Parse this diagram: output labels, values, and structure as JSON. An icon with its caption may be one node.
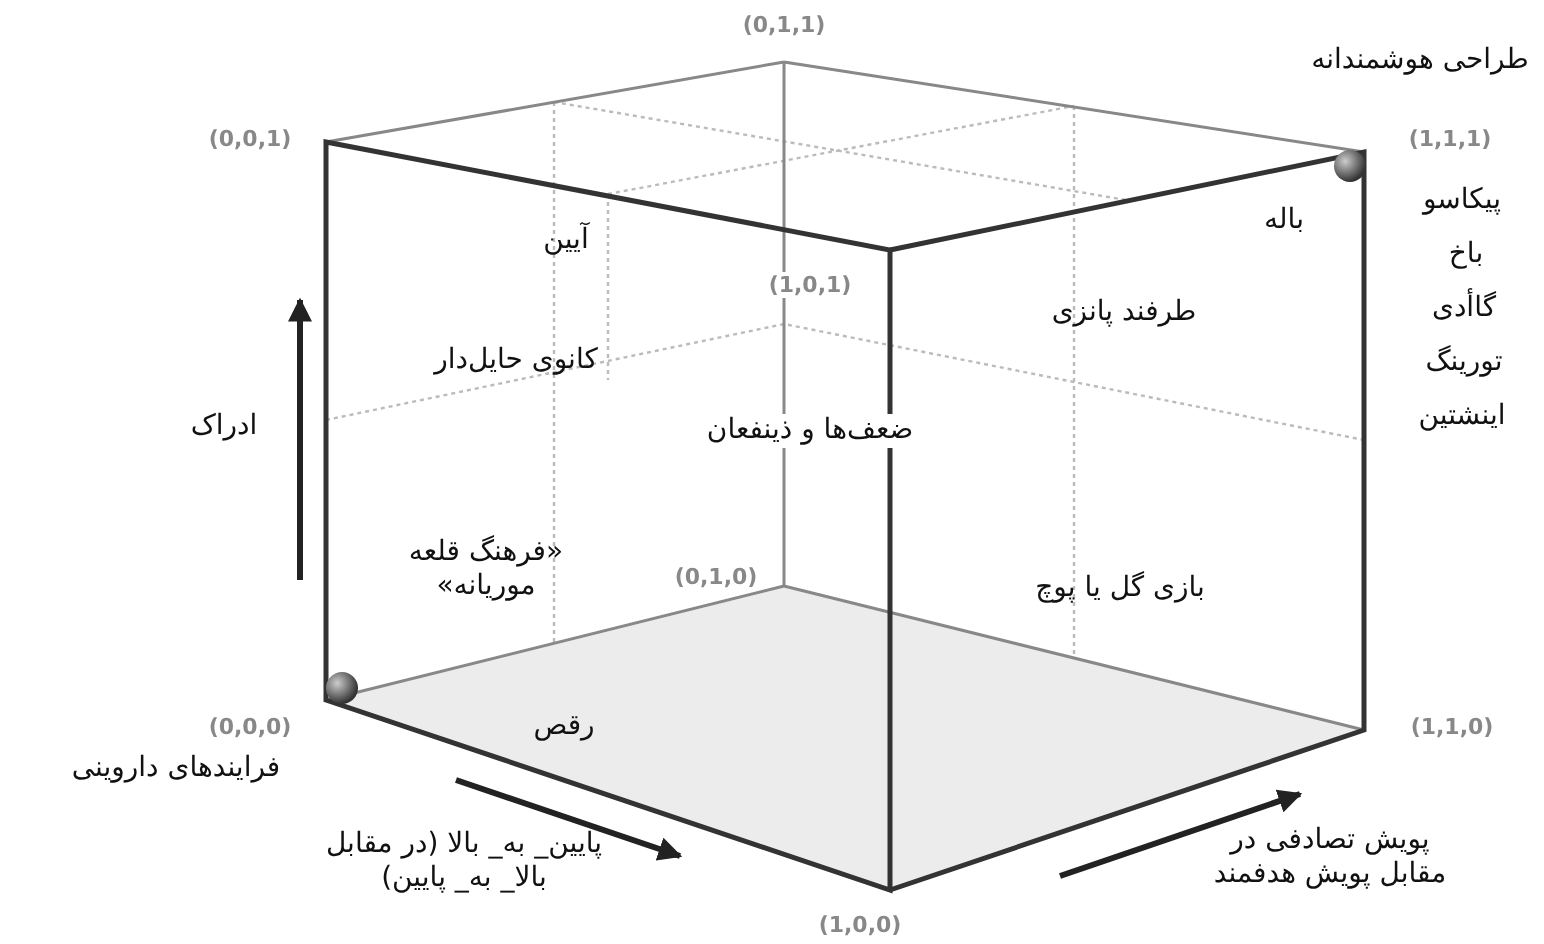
{
  "diagram": {
    "labels": [
      "(0,1,1)",
      "طراحی هوشمندانه",
      "(0,0,1)",
      "(1,1,1)",
      "پیکاسو",
      "باله",
      "آیین",
      "باخ",
      "(1,0,1)",
      "طرفند پانزی",
      "گاأدی",
      "کانوی حایل‌دار",
      "تورینگ",
      "ادراک",
      "ضعف‌ها و ذینفعان",
      "اینشتین",
      "«فرهنگ قلعه موریانه»",
      "(0,1,0)",
      "بازی گل یا پوچ",
      "(0,0,0)",
      "رقص",
      "(1,1,0)",
      "فرایندهای داروینی",
      "پایین_ به_ بالا (در مقابل بالا_ به_ پایین)",
      "پویش تصادفی در مقابل پویش هدفمند",
      "(1,0,0)"
    ]
  }
}
